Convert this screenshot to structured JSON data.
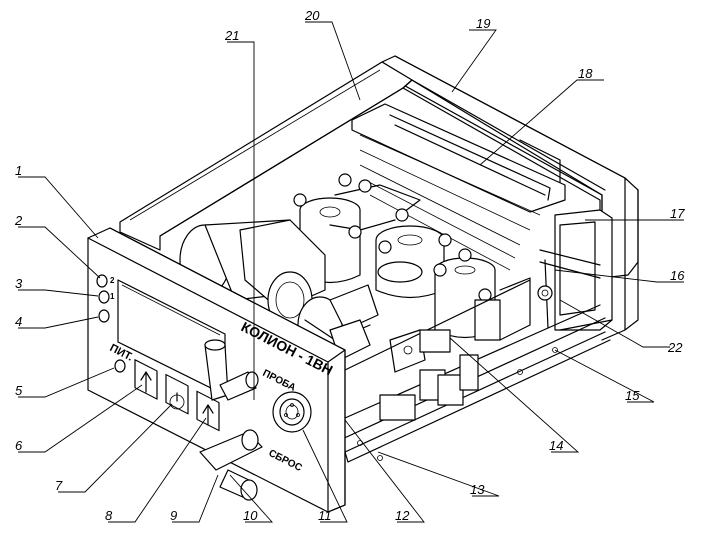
{
  "device": {
    "model_label": "КОЛИОН - 1ВН",
    "sample_label": "ПРОБА",
    "reset_label": "СБРОС",
    "power_label": "ПИТ."
  },
  "callouts": [
    {
      "id": "c1",
      "text": "1"
    },
    {
      "id": "c2",
      "text": "2"
    },
    {
      "id": "c3",
      "text": "3"
    },
    {
      "id": "c4",
      "text": "4"
    },
    {
      "id": "c5",
      "text": "5"
    },
    {
      "id": "c6",
      "text": "6"
    },
    {
      "id": "c7",
      "text": "7"
    },
    {
      "id": "c8",
      "text": "8"
    },
    {
      "id": "c9",
      "text": "9"
    },
    {
      "id": "c10",
      "text": "10"
    },
    {
      "id": "c11",
      "text": "11"
    },
    {
      "id": "c12",
      "text": "12"
    },
    {
      "id": "c13",
      "text": "13"
    },
    {
      "id": "c14",
      "text": "14"
    },
    {
      "id": "c15",
      "text": "15"
    },
    {
      "id": "c16",
      "text": "16"
    },
    {
      "id": "c17",
      "text": "17"
    },
    {
      "id": "c18",
      "text": "18"
    },
    {
      "id": "c19",
      "text": "19"
    },
    {
      "id": "c20",
      "text": "20"
    },
    {
      "id": "c21",
      "text": "21"
    },
    {
      "id": "c22",
      "text": "22"
    }
  ]
}
